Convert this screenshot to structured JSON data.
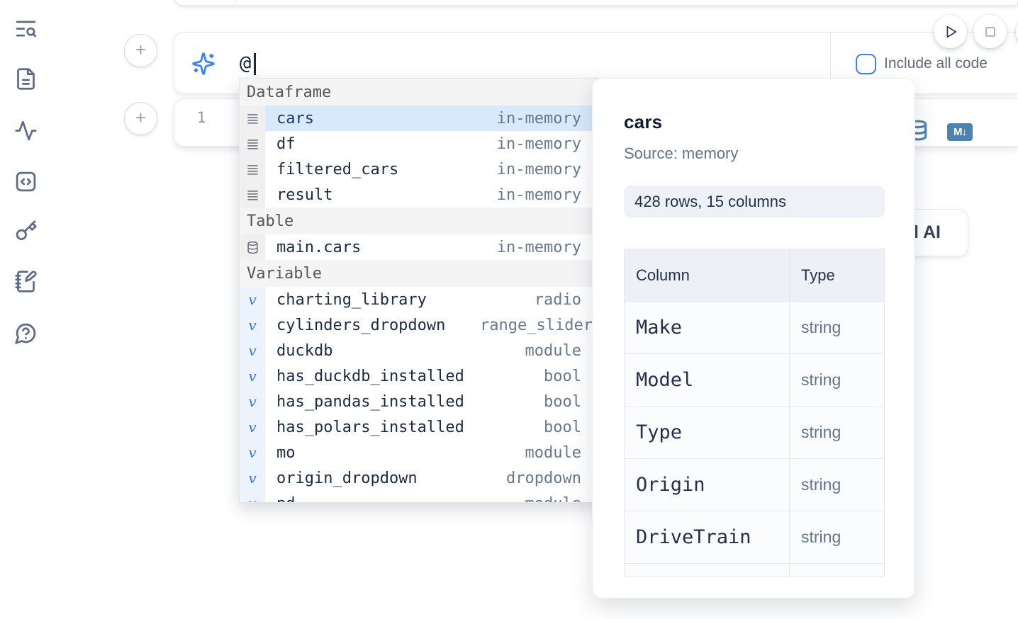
{
  "colors": {
    "accent_blue": "#3b82f6",
    "steel_blue": "#4e83ad",
    "selected_row_bg": "#d8e9fb",
    "icon_slate": "#5f6b84"
  },
  "sidebar": {
    "icons": [
      "list-search",
      "file-text",
      "activity",
      "code-box",
      "key",
      "notebook-pen",
      "help-chat"
    ]
  },
  "toolbar": {
    "run_icon": "play",
    "stop_icon": "square"
  },
  "ai_bar": {
    "query": "@",
    "include_all_code_label": "Include all code",
    "sparkle_icon": "sparkles"
  },
  "cell": {
    "line_number": "1",
    "datasource_icon": "database",
    "markdown_badge": "M↓"
  },
  "ai_button": {
    "fragment": "l",
    "label": " AI"
  },
  "completion": {
    "var_glyph": "v",
    "sections": [
      {
        "label": "Dataframe",
        "items": [
          {
            "icon": "rows-icon",
            "name": "cars",
            "type": "in-memory",
            "selected": true
          },
          {
            "icon": "rows-icon",
            "name": "df",
            "type": "in-memory"
          },
          {
            "icon": "rows-icon",
            "name": "filtered_cars",
            "type": "in-memory"
          },
          {
            "icon": "rows-icon",
            "name": "result",
            "type": "in-memory"
          }
        ]
      },
      {
        "label": "Table",
        "items": [
          {
            "icon": "database-icon",
            "name": "main.cars",
            "type": "in-memory"
          }
        ]
      },
      {
        "label": "Variable",
        "items": [
          {
            "icon": "variable-icon",
            "name": "charting_library",
            "type": "radio"
          },
          {
            "icon": "variable-icon",
            "name": "cylinders_dropdown",
            "type": "range_slider"
          },
          {
            "icon": "variable-icon",
            "name": "duckdb",
            "type": "module"
          },
          {
            "icon": "variable-icon",
            "name": "has_duckdb_installed",
            "type": "bool"
          },
          {
            "icon": "variable-icon",
            "name": "has_pandas_installed",
            "type": "bool"
          },
          {
            "icon": "variable-icon",
            "name": "has_polars_installed",
            "type": "bool"
          },
          {
            "icon": "variable-icon",
            "name": "mo",
            "type": "module"
          },
          {
            "icon": "variable-icon",
            "name": "origin_dropdown",
            "type": "dropdown"
          },
          {
            "icon": "variable-icon",
            "name": "pd",
            "type": "module"
          }
        ]
      }
    ]
  },
  "preview": {
    "title": "cars",
    "source": "Source: memory",
    "shape": "428 rows, 15 columns",
    "table": {
      "headers": [
        "Column",
        "Type"
      ],
      "rows": [
        [
          "Make",
          "string"
        ],
        [
          "Model",
          "string"
        ],
        [
          "Type",
          "string"
        ],
        [
          "Origin",
          "string"
        ],
        [
          "DriveTrain",
          "string"
        ],
        [
          "",
          ""
        ]
      ]
    }
  }
}
